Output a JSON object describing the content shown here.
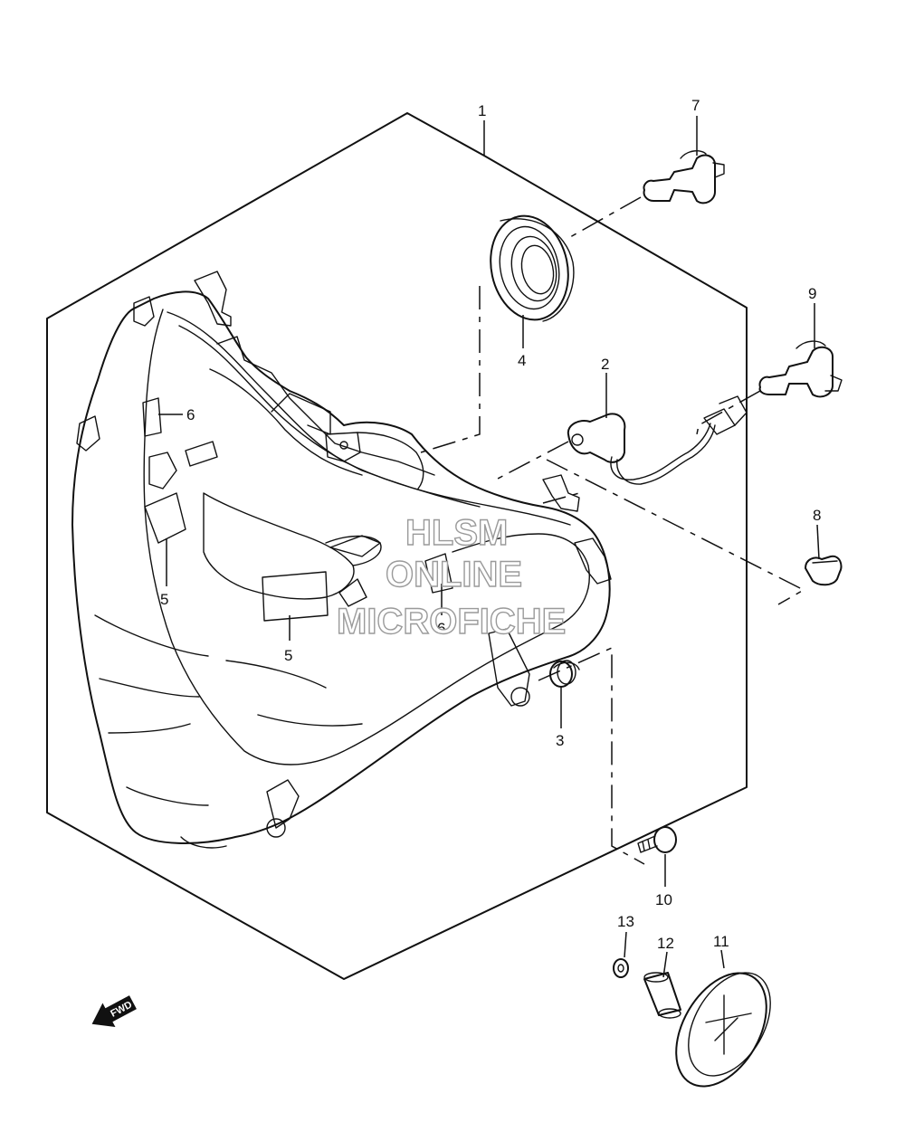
{
  "callouts": {
    "c1": "1",
    "c2": "2",
    "c3": "3",
    "c4": "4",
    "c5a": "5",
    "c5b": "5",
    "c6a": "6",
    "c6b": "6",
    "c7": "7",
    "c8": "8",
    "c9": "9",
    "c10": "10",
    "c11": "11",
    "c12": "12",
    "c13": "13"
  },
  "watermark": {
    "line1": "HLSM",
    "line2": "ONLINE",
    "line3": "MICROFICHE"
  },
  "fwd_label": "FWD",
  "colors": {
    "line": "#111111",
    "watermark": "#9a9a9a"
  }
}
